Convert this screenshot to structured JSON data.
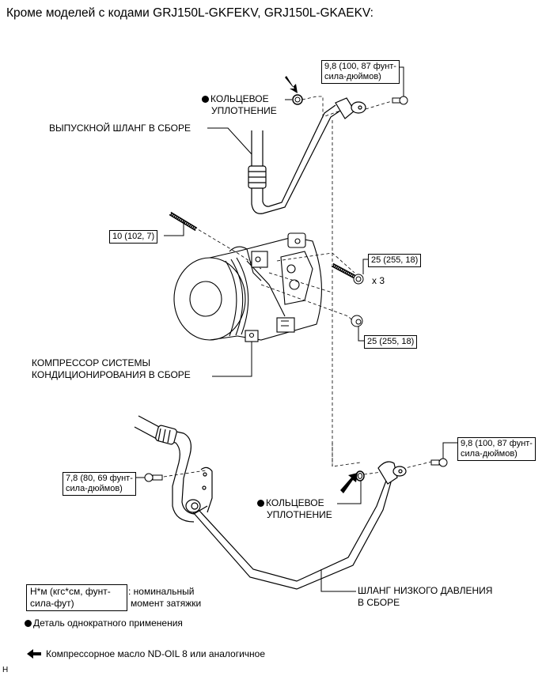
{
  "title": "Кроме моделей с кодами GRJ150L-GKFEKV, GRJ150L-GKAEKV:",
  "parts": {
    "discharge_hose": "ВЫПУСКНОЙ ШЛАНГ В СБОРЕ",
    "o_ring_top": [
      "КОЛЬЦЕВОЕ",
      "УПЛОТНЕНИЕ"
    ],
    "compressor": [
      "КОМПРЕССОР СИСТЕМЫ",
      "КОНДИЦИОНИРОВАНИЯ В СБОРЕ"
    ],
    "o_ring_bottom": [
      "КОЛЬЦЕВОЕ",
      "УПЛОТНЕНИЕ"
    ],
    "suction_hose": [
      "ШЛАНГ НИЗКОГО ДАВЛЕНИЯ",
      "В СБОРЕ"
    ]
  },
  "torques": {
    "discharge_bolt": [
      "9,8 (100, 87 фунт-",
      "сила-дюймов)"
    ],
    "stud": "10 (102, 7)",
    "compressor_bolt": "25 (255, 18)",
    "compressor_bolt_qty": "x 3",
    "compressor_nut": "25 (255, 18)",
    "suction_bolt": [
      "9,8 (100, 87 фунт-",
      "сила-дюймов)"
    ],
    "bracket_bolt": [
      "7,8 (80, 69 фунт-",
      "сила-дюймов)"
    ]
  },
  "legend": {
    "torque_unit": [
      "Н*м (кгс*см, фунт-",
      "сила-фут)"
    ],
    "torque_desc": [
      ": номинальный",
      "момент затяжки"
    ],
    "non_reusable": "Деталь однократного применения",
    "oil": "Компрессорное масло ND-OIL 8 или аналогичное",
    "corner_mark": "H"
  }
}
